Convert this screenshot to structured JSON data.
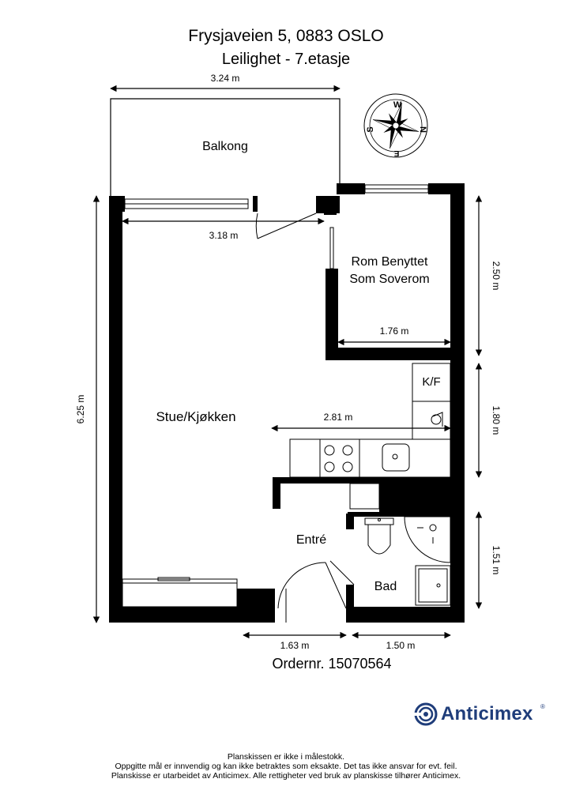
{
  "header": {
    "address": "Frysjaveien 5, 0883 OSLO",
    "unit": "Leilighet  - 7.etasje"
  },
  "rooms": {
    "balcony": "Balkong",
    "bedroom_line1": "Rom Benyttet",
    "bedroom_line2": "Som Soverom",
    "living": "Stue/Kjøkken",
    "entry": "Entré",
    "bath": "Bad",
    "kf": "K/F"
  },
  "dimensions": {
    "balcony_width": "3.24 m",
    "living_width": "3.18 m",
    "bedroom_width": "1.76 m",
    "bedroom_height": "2.50 m",
    "kitchen_width": "2.81 m",
    "kitchen_height": "1.80 m",
    "total_height": "6.25 m",
    "entry_width": "1.63 m",
    "bath_width": "1.50 m",
    "bath_height": "1.51 m"
  },
  "compass": {
    "w": "W",
    "n": "N",
    "e": "E",
    "s": "S"
  },
  "order": "Ordernr. 15070564",
  "logo": {
    "name": "Anticimex",
    "reg": "®"
  },
  "disclaimer": {
    "line1": "Planskissen er ikke i målestokk.",
    "line2": "Oppgitte mål er innvendig og kan ikke betraktes som eksakte. Det tas ikke ansvar for evt. feil.",
    "line3": "Planskisse er utarbeidet av Anticimex. Alle rettigheter ved bruk av planskisse tilhører Anticimex."
  },
  "colors": {
    "wall": "#000000",
    "brand": "#1f3d7a"
  }
}
